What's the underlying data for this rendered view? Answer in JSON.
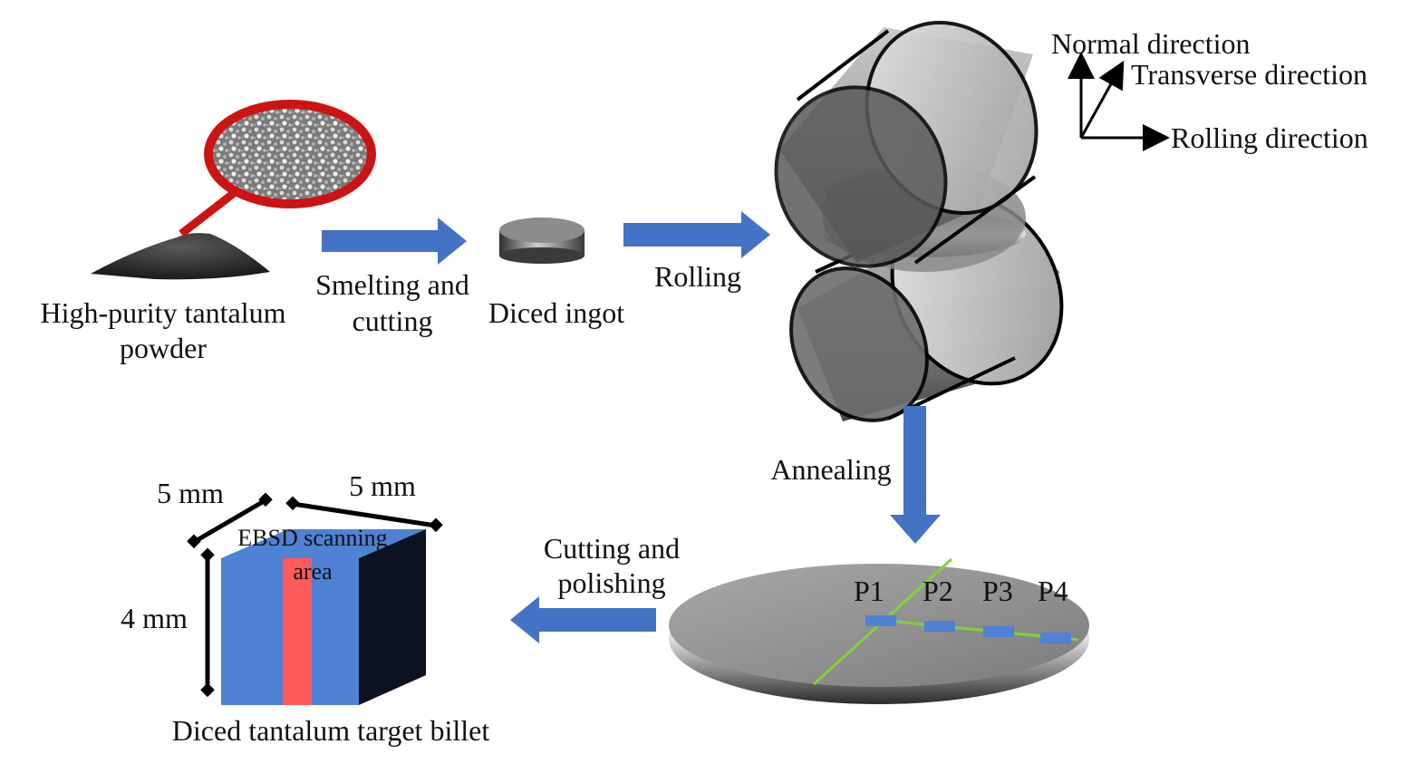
{
  "axes": {
    "normal": "Normal direction",
    "transverse": "Transverse direction",
    "rolling": "Rolling direction"
  },
  "steps": {
    "powder_line1": "High-purity tantalum",
    "powder_line2": "powder",
    "smelting_line1": "Smelting and",
    "smelting_line2": "cutting",
    "ingot": "Diced ingot",
    "rolling": "Rolling",
    "annealing": "Annealing",
    "cutting_line1": "Cutting and",
    "cutting_line2": "polishing",
    "billet": "Diced tantalum target billet"
  },
  "points": [
    "P1",
    "P2",
    "P3",
    "P4"
  ],
  "cube": {
    "dim_depth": "5 mm",
    "dim_width": "5 mm",
    "dim_height": "4 mm",
    "ebsd_line1": "EBSD scanning",
    "ebsd_line2": "area"
  },
  "colors": {
    "arrow": "#4472c4",
    "cube_face": "#4f81d4",
    "cube_side": "#0b1220",
    "ebsd_strip": "#ff5a5a",
    "magnifier_ring": "#cc1414",
    "scan_line": "#7ed23a",
    "scan_point": "#4f81d4"
  }
}
